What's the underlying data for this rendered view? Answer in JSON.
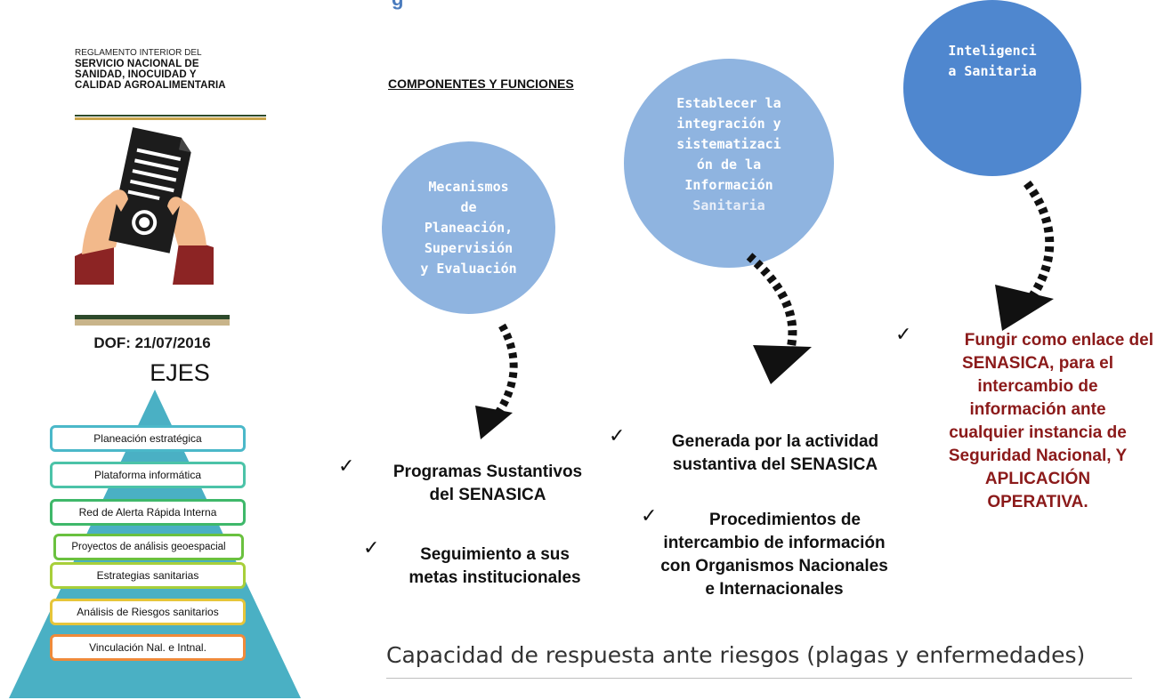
{
  "reglamento": {
    "line1": "REGLAMENTO INTERIOR DEL",
    "line2": "SERVICIO NACIONAL DE",
    "line3": "SANIDAD, INOCUIDAD Y",
    "line4": "CALIDAD AGROALIMENTARIA"
  },
  "dof": "DOF: 21/07/2016",
  "ejes": {
    "title": "EJES",
    "items": [
      {
        "label": "Planeación estratégica",
        "color": "#4bb8c9"
      },
      {
        "label": "Plataforma informática",
        "color": "#4cc3a8"
      },
      {
        "label": "Red de Alerta Rápida Interna",
        "color": "#3fb86a"
      },
      {
        "label": "Proyectos de análisis geoespacial",
        "color": "#6ac13f"
      },
      {
        "label": "Estrategias sanitarias",
        "color": "#a8cf3a"
      },
      {
        "label": "Análisis de Riesgos sanitarios",
        "color": "#e6c53a"
      },
      {
        "label": "Vinculación Nal. e Intnal.",
        "color": "#ef8a3a"
      }
    ],
    "pyramid_color": "#4ab0c4"
  },
  "heading": "COMPONENTES Y FUNCIONES",
  "circles": {
    "c1": [
      "Mecanismos",
      "de",
      "Planeación,",
      "Supervisión",
      "y Evaluación"
    ],
    "c2": [
      "Establecer la",
      "integración y",
      "sistematizaci",
      "ón de la",
      "Información",
      "Sanitaria"
    ],
    "c3": [
      "Inteligenci",
      "a Sanitaria"
    ],
    "light_color": "#8fb4e0",
    "dark_color": "#4f87cf"
  },
  "left_bullets": {
    "b1": [
      "Programas Sustantivos",
      "del SENASICA"
    ],
    "b2": [
      "Seguimiento a sus",
      "metas institucionales"
    ]
  },
  "middle_bullets": {
    "b1": [
      "Generada por la actividad",
      "sustantiva del SENASICA"
    ],
    "b2": [
      "Procedimientos de",
      "intercambio de información",
      "con Organismos Nacionales",
      "e Internacionales"
    ]
  },
  "right_bullet": [
    "Fungir como enlace del",
    "SENASICA, para el",
    "intercambio de",
    "información ante",
    "cualquier instancia de",
    "Seguridad Nacional, Y",
    "APLICACIÓN",
    "OPERATIVA."
  ],
  "check_symbol": "✓",
  "caption": "Capacidad de respuesta ante riesgos (plagas y enfermedades)",
  "accent_red": "#8b1a1a"
}
